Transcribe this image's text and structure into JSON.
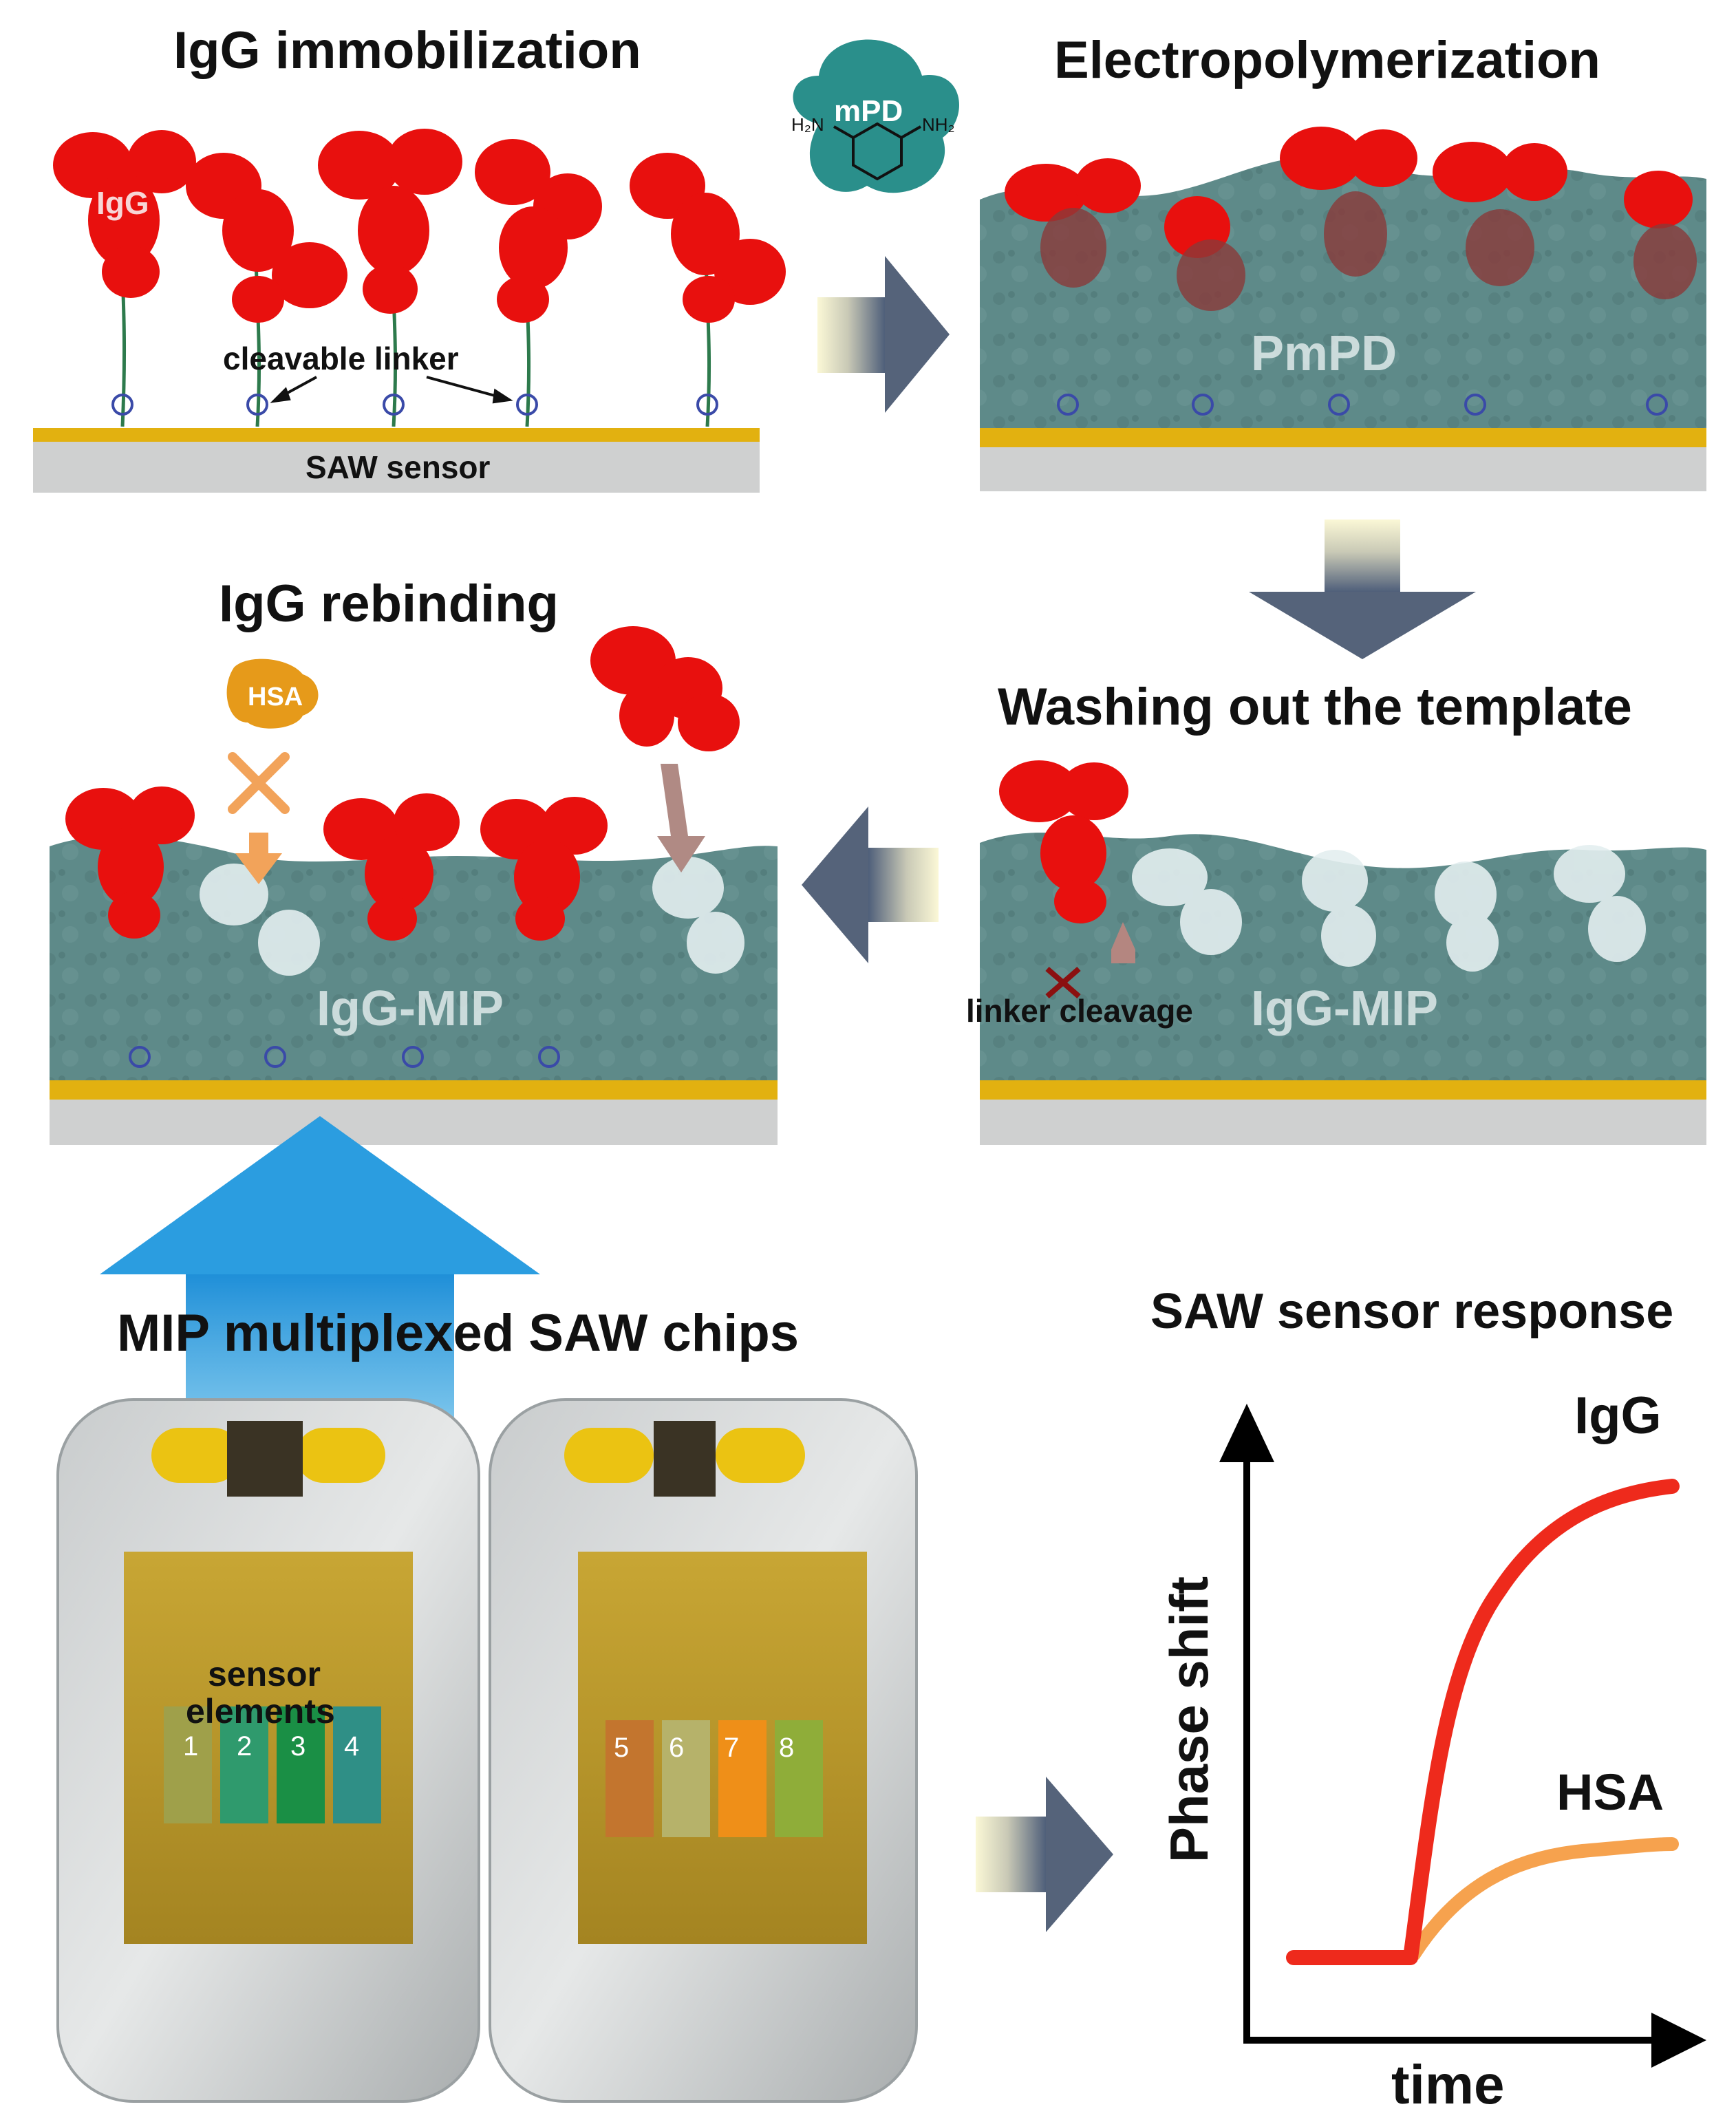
{
  "panels": {
    "immobilization": {
      "title": "IgG immobilization",
      "igg_label": "IgG",
      "linker_label": "cleavable linker",
      "substrate_label": "SAW sensor"
    },
    "electropolymerization": {
      "title": "Electropolymerization",
      "monomer_label": "mPD",
      "amine_left": "H₂N",
      "amine_right": "NH₂",
      "polymer_label": "PmPD"
    },
    "washing": {
      "title": "Washing out the template",
      "cleavage_label": "linker cleavage",
      "mip_label": "IgG-MIP"
    },
    "rebinding": {
      "title": "IgG rebinding",
      "hsa_label": "HSA",
      "mip_label": "IgG-MIP"
    }
  },
  "chips": {
    "title": "MIP multiplexed SAW chips",
    "sensor_label_line1": "sensor",
    "sensor_label_line2": "elements",
    "element_numbers": [
      "1",
      "2",
      "3",
      "4",
      "5",
      "6",
      "7",
      "8"
    ]
  },
  "response": {
    "title": "SAW sensor response",
    "ylabel": "Phase shift",
    "xlabel": "time",
    "curve_labels": [
      "IgG",
      "HSA"
    ]
  },
  "chart_data": {
    "type": "line",
    "title": "SAW sensor response",
    "xlabel": "time",
    "ylabel": "Phase shift",
    "series": [
      {
        "name": "IgG",
        "color": "#ee2a1c",
        "behavior": "flat baseline, sharp rise after injection, saturating plateau (high)"
      },
      {
        "name": "HSA",
        "color": "#f6a24e",
        "behavior": "flat baseline, small rise after injection, low plateau"
      }
    ],
    "grid": false
  },
  "colors": {
    "antibody": "#e8100e",
    "polymer": "#5d8786",
    "gold": "#e2b110",
    "substrate": "#cfd0d0",
    "hsa": "#e69a1a",
    "cross": "#f2a35a",
    "chip_teal": "#2f8f86"
  }
}
